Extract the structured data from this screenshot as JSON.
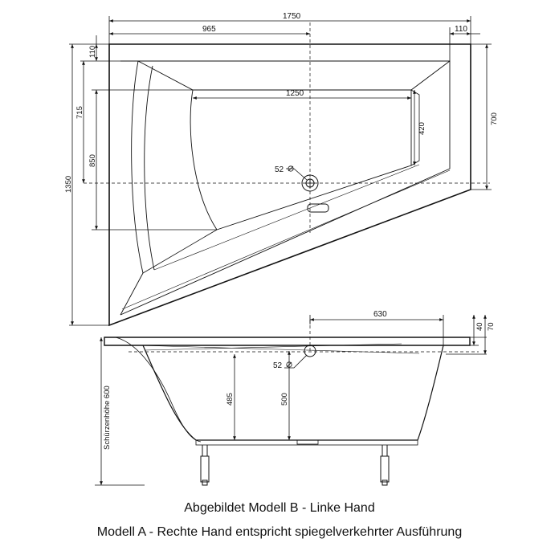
{
  "dimensions": {
    "overall_length": "1750",
    "left_width": "965",
    "right_rim": "110",
    "left_rim": "110",
    "inner_length": "1250",
    "right_height": "700",
    "inner_depth": "715",
    "drain_offset": "850",
    "overall_width": "1350",
    "inner_right": "420",
    "drain_diameter": "52",
    "drain_diameter_side": "52",
    "side_length": "630",
    "rim_height": "70",
    "rim_inner": "40",
    "depth_inside": "485",
    "depth_total": "500",
    "apron_height": "Schürzenhöhe 600"
  },
  "caption": {
    "line1": "Abgebildet Modell B - Linke Hand",
    "line2": "Modell A - Rechte Hand entspricht spiegelverkehrter Ausführung"
  }
}
